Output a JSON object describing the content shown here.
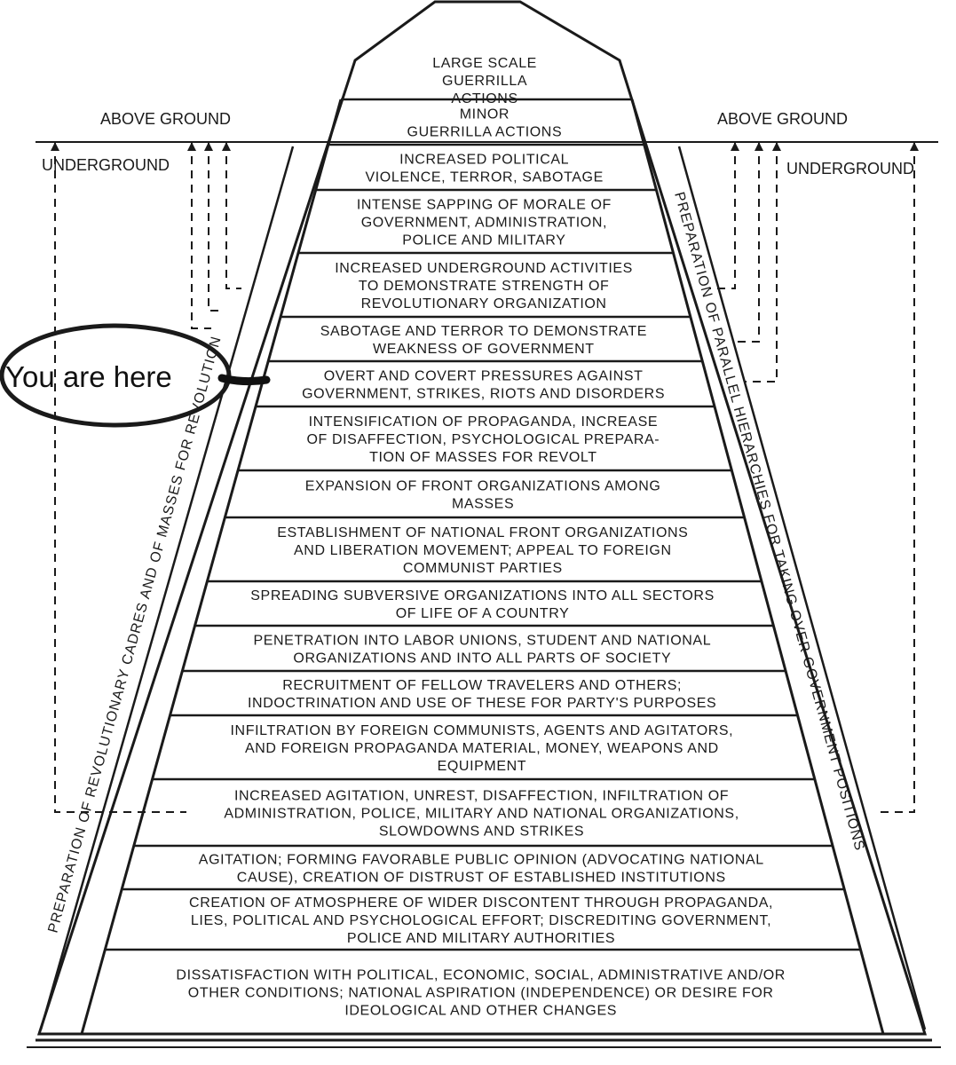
{
  "ground": {
    "above_left": "ABOVE GROUND",
    "above_right": "ABOVE GROUND",
    "under_left": "UNDERGROUND",
    "under_right": "UNDERGROUND"
  },
  "callout": {
    "text": "You are here"
  },
  "sides": {
    "left": "PREPARATION OF REVOLUTIONARY CADRES AND OF MASSES FOR REVOLUTION",
    "right": "PREPARATION OF PARALLEL HIERARCHIES FOR TAKING OVER GOVERNMENT POSITIONS"
  },
  "tiers": [
    {
      "lines": [
        "LARGE SCALE",
        "GUERRILLA",
        "ACTIONS"
      ]
    },
    {
      "lines": [
        "MINOR",
        "GUERRILLA ACTIONS"
      ]
    },
    {
      "lines": [
        "INCREASED POLITICAL",
        "VIOLENCE, TERROR, SABOTAGE"
      ]
    },
    {
      "lines": [
        "INTENSE SAPPING OF MORALE OF",
        "GOVERNMENT, ADMINISTRATION,",
        "POLICE AND MILITARY"
      ]
    },
    {
      "lines": [
        "INCREASED UNDERGROUND ACTIVITIES",
        "TO DEMONSTRATE STRENGTH OF",
        "REVOLUTIONARY ORGANIZATION"
      ]
    },
    {
      "lines": [
        "SABOTAGE AND TERROR TO DEMONSTRATE",
        "WEAKNESS OF GOVERNMENT"
      ]
    },
    {
      "lines": [
        "OVERT AND COVERT PRESSURES AGAINST",
        "GOVERNMENT, STRIKES, RIOTS AND DISORDERS"
      ]
    },
    {
      "lines": [
        "INTENSIFICATION OF PROPAGANDA, INCREASE",
        "OF DISAFFECTION, PSYCHOLOGICAL PREPARA-",
        "TION OF MASSES FOR REVOLT"
      ]
    },
    {
      "lines": [
        "EXPANSION OF FRONT ORGANIZATIONS AMONG",
        "MASSES"
      ]
    },
    {
      "lines": [
        "ESTABLISHMENT OF NATIONAL FRONT ORGANIZATIONS",
        "AND LIBERATION MOVEMENT; APPEAL TO FOREIGN",
        "COMMUNIST PARTIES"
      ]
    },
    {
      "lines": [
        "SPREADING SUBVERSIVE ORGANIZATIONS INTO ALL SECTORS",
        "OF LIFE OF A COUNTRY"
      ]
    },
    {
      "lines": [
        "PENETRATION INTO LABOR UNIONS, STUDENT AND NATIONAL",
        "ORGANIZATIONS AND INTO ALL PARTS OF SOCIETY"
      ]
    },
    {
      "lines": [
        "RECRUITMENT OF FELLOW TRAVELERS AND OTHERS;",
        "INDOCTRINATION AND USE OF THESE FOR PARTY'S PURPOSES"
      ]
    },
    {
      "lines": [
        "INFILTRATION BY FOREIGN COMMUNISTS, AGENTS AND AGITATORS,",
        "AND FOREIGN PROPAGANDA MATERIAL, MONEY, WEAPONS AND",
        "EQUIPMENT"
      ]
    },
    {
      "lines": [
        "INCREASED AGITATION, UNREST, DISAFFECTION, INFILTRATION OF",
        "ADMINISTRATION, POLICE, MILITARY AND NATIONAL ORGANIZATIONS,",
        "SLOWDOWNS AND STRIKES"
      ]
    },
    {
      "lines": [
        "AGITATION; FORMING FAVORABLE PUBLIC OPINION (ADVOCATING NATIONAL",
        "CAUSE), CREATION OF DISTRUST OF ESTABLISHED INSTITUTIONS"
      ]
    },
    {
      "lines": [
        "CREATION OF ATMOSPHERE OF WIDER DISCONTENT THROUGH PROPAGANDA,",
        "LIES, POLITICAL AND PSYCHOLOGICAL EFFORT; DISCREDITING GOVERNMENT,",
        "POLICE AND MILITARY AUTHORITIES"
      ]
    },
    {
      "lines": [
        "DISSATISFACTION WITH POLITICAL, ECONOMIC, SOCIAL, ADMINISTRATIVE AND/OR",
        "OTHER CONDITIONS; NATIONAL ASPIRATION (INDEPENDENCE) OR DESIRE FOR",
        "IDEOLOGICAL AND OTHER CHANGES"
      ]
    }
  ]
}
